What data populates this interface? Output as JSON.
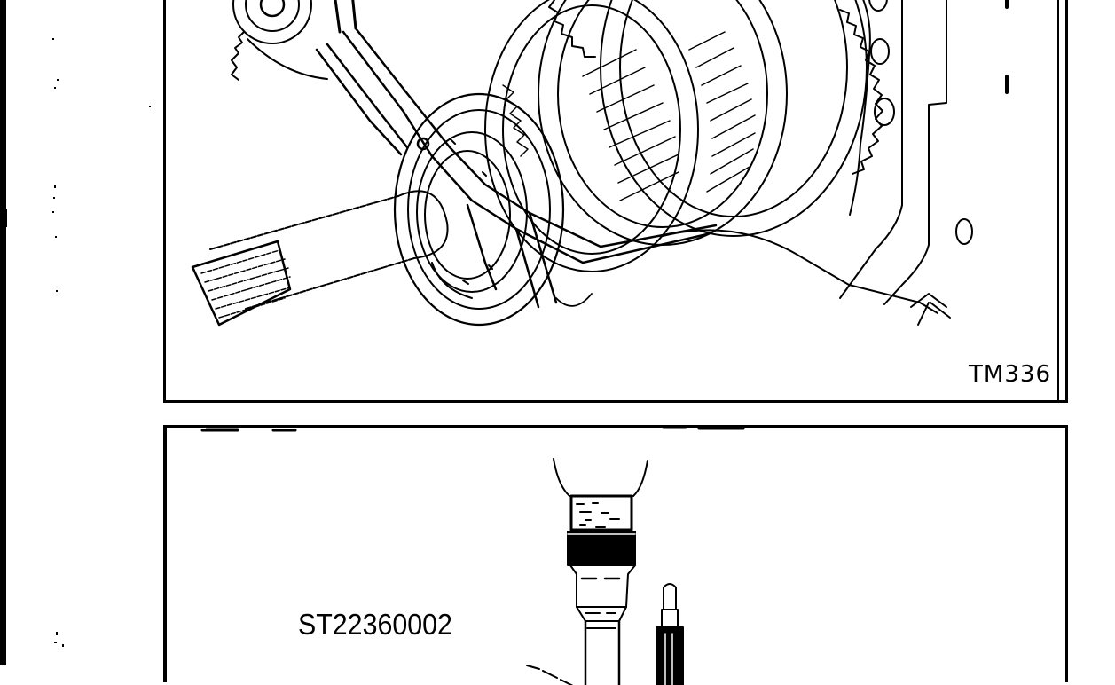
{
  "page": {
    "type": "service-manual-scan",
    "background": "#ffffff",
    "ink": "#000000"
  },
  "figures": [
    {
      "id": "top",
      "subject": "mainshaft-gear-assembly-with-snap-ring-pliers",
      "code": "TM336"
    },
    {
      "id": "bottom",
      "subject": "special-tool-drift-installation",
      "code": "",
      "callouts": [
        {
          "label": "ST22360002"
        }
      ]
    }
  ]
}
